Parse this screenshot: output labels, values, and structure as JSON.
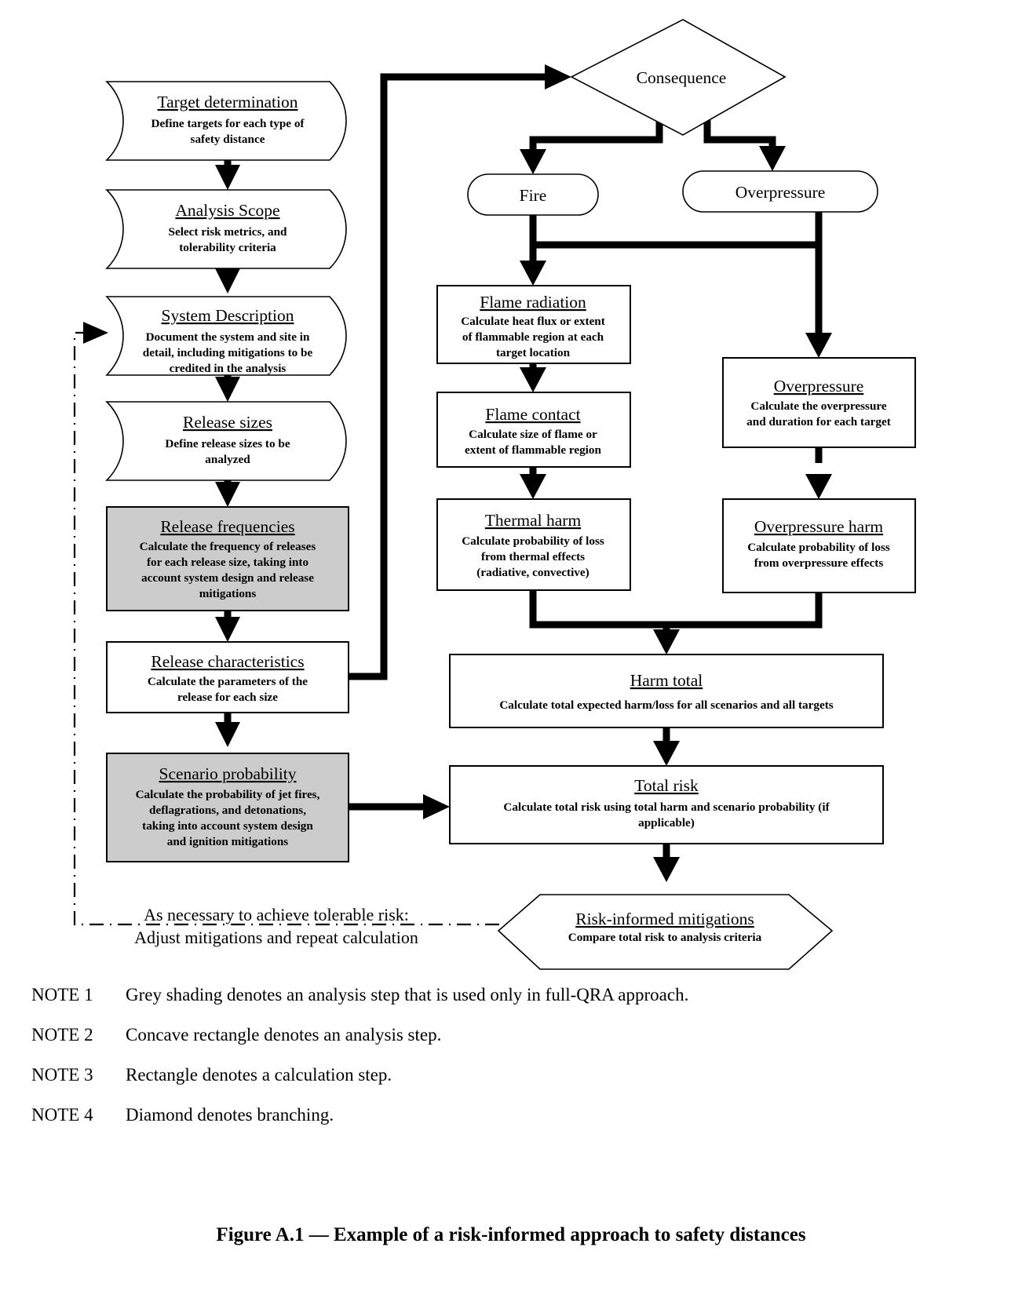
{
  "figure": {
    "caption": "Figure A.1 — Example of a risk-informed approach to safety distances"
  },
  "nodes": {
    "target_determination": {
      "title": "Target determination",
      "body": [
        "Define targets for each type of",
        "safety distance"
      ],
      "shape": "concave-rectangle",
      "fill": "#ffffff"
    },
    "analysis_scope": {
      "title": "Analysis Scope",
      "body": [
        "Select risk metrics, and",
        "tolerability criteria"
      ],
      "shape": "concave-rectangle",
      "fill": "#ffffff"
    },
    "system_description": {
      "title": "System Description",
      "body": [
        "Document the system and site in",
        "detail, including mitigations to be",
        "credited in the analysis"
      ],
      "shape": "concave-rectangle",
      "fill": "#ffffff"
    },
    "release_sizes": {
      "title": "Release sizes",
      "body": [
        "Define release sizes to be",
        "analyzed"
      ],
      "shape": "concave-rectangle",
      "fill": "#ffffff"
    },
    "release_frequencies": {
      "title": "Release frequencies",
      "body": [
        "Calculate the frequency of releases",
        "for each release size, taking into",
        "account system design and release",
        "mitigations"
      ],
      "shape": "rectangle",
      "fill": "#cccccc"
    },
    "release_characteristics": {
      "title": "Release characteristics",
      "body": [
        "Calculate the parameters of the",
        "release for each size"
      ],
      "shape": "rectangle",
      "fill": "#ffffff"
    },
    "scenario_probability": {
      "title": "Scenario probability",
      "body": [
        "Calculate the probability of jet fires,",
        "deflagrations, and detonations,",
        "taking into account system design",
        "and ignition mitigations"
      ],
      "shape": "rectangle",
      "fill": "#cccccc"
    },
    "consequence": {
      "title": "Consequence",
      "body": [],
      "shape": "diamond",
      "fill": "#ffffff"
    },
    "fire": {
      "title": "Fire",
      "body": [],
      "shape": "stadium",
      "fill": "#ffffff"
    },
    "overpressure_branch": {
      "title": "Overpressure",
      "body": [],
      "shape": "stadium",
      "fill": "#ffffff"
    },
    "flame_radiation": {
      "title": "Flame radiation",
      "body": [
        "Calculate heat flux or extent",
        "of flammable region at each",
        "target location"
      ],
      "shape": "rectangle",
      "fill": "#ffffff"
    },
    "flame_contact": {
      "title": "Flame contact",
      "body": [
        "Calculate size of flame or",
        "extent of flammable region"
      ],
      "shape": "rectangle",
      "fill": "#ffffff"
    },
    "thermal_harm": {
      "title": "Thermal harm",
      "body": [
        "Calculate probability of loss",
        "from thermal effects",
        "(radiative, convective)"
      ],
      "shape": "rectangle",
      "fill": "#ffffff"
    },
    "overpressure_calc": {
      "title": "Overpressure",
      "body": [
        "Calculate the overpressure",
        "and duration for each target"
      ],
      "shape": "rectangle",
      "fill": "#ffffff"
    },
    "overpressure_harm": {
      "title": "Overpressure harm",
      "body": [
        "Calculate probability of loss",
        "from overpressure effects"
      ],
      "shape": "rectangle",
      "fill": "#ffffff"
    },
    "harm_total": {
      "title": "Harm total",
      "body": [
        "Calculate total expected harm/loss for all scenarios and all targets"
      ],
      "shape": "rectangle",
      "fill": "#ffffff"
    },
    "total_risk": {
      "title": "Total risk",
      "body": [
        "Calculate total risk using total harm and scenario probability (if",
        "applicable)"
      ],
      "shape": "rectangle",
      "fill": "#ffffff"
    },
    "risk_informed_mitigations": {
      "title": "Risk-informed mitigations",
      "body": [
        "Compare total risk to analysis criteria"
      ],
      "shape": "hexagon",
      "fill": "#ffffff"
    }
  },
  "feedback_loop": {
    "line1": "As necessary to achieve tolerable risk:",
    "line2": "Adjust mitigations and repeat calculation"
  },
  "notes": [
    {
      "label": "NOTE 1",
      "text": "Grey shading denotes an analysis step that is used only in full-QRA approach."
    },
    {
      "label": "NOTE 2",
      "text": "Concave rectangle denotes an analysis step."
    },
    {
      "label": "NOTE 3",
      "text": "Rectangle denotes a calculation step."
    },
    {
      "label": "NOTE 4",
      "text": "Diamond denotes branching."
    }
  ],
  "colors": {
    "grey_shade": "#cccccc",
    "line": "#000000",
    "background": "#ffffff"
  }
}
